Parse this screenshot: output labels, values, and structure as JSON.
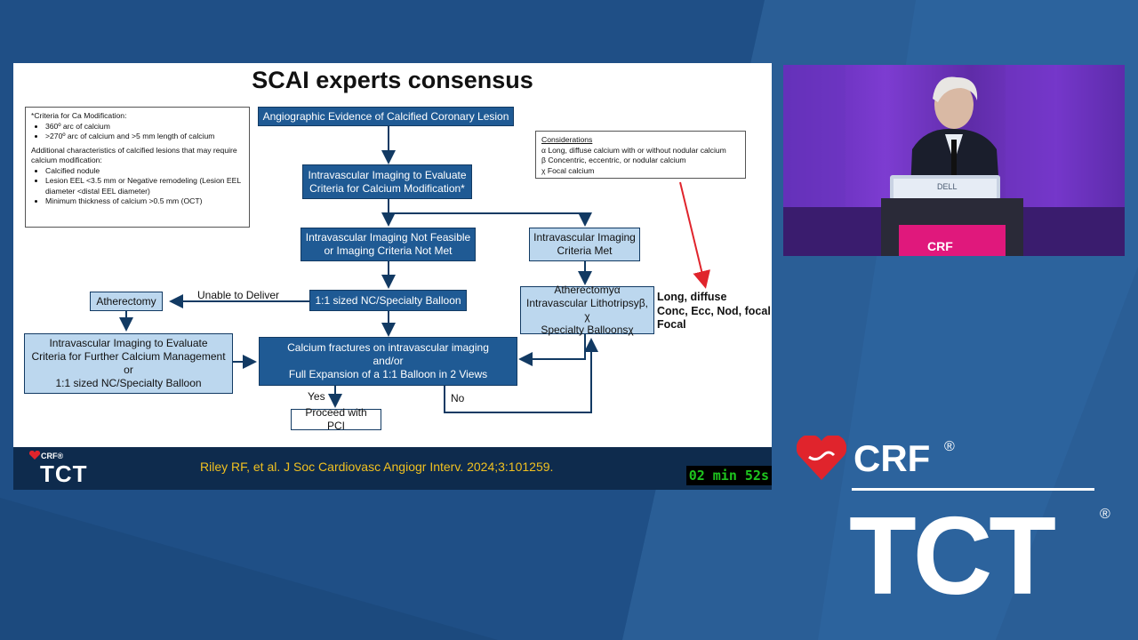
{
  "slide": {
    "title": "SCAI experts consensus",
    "criteria_box": {
      "heading": "*Criteria for Ca Modification:",
      "items": [
        "360º arc of calcium",
        ">270º arc of calcium and >5 mm length of calcium"
      ],
      "additional_heading": "Additional characteristics of calcified lesions that may require calcium modification:",
      "additional_items": [
        "Calcified nodule",
        "Lesion EEL <3.5 mm or Negative remodeling (Lesion EEL diameter <distal EEL diameter)",
        "Minimum thickness of calcium >0.5 mm (OCT)"
      ]
    },
    "considerations_box": {
      "heading": "Considerations",
      "items": [
        "α Long, diffuse calcium with or without nodular calcium",
        "β Concentric, eccentric, or nodular calcium",
        "χ Focal calcium"
      ]
    },
    "nodes": {
      "angiographic": "Angiographic Evidence of Calcified Coronary Lesion",
      "ivi_evaluate": "Intravascular Imaging to Evaluate Criteria for Calcium Modification*",
      "not_feasible": "Intravascular Imaging Not Feasible or Imaging Criteria Not Met",
      "criteria_met": "Intravascular Imaging Criteria Met",
      "balloon": "1:1 sized NC/Specialty Balloon",
      "atherectomy": "Atherectomy",
      "options_1": "Atherectomyα",
      "options_2": "Intravascular Lithotripsyβ, χ",
      "options_3": "Specialty Balloonsχ",
      "further_1": "Intravascular Imaging to Evaluate",
      "further_2": "Criteria for Further Calcium Management",
      "further_3": "or",
      "further_4": "1:1 sized NC/Specialty Balloon",
      "fractures_1": "Calcium fractures on intravascular imaging",
      "fractures_2": "and/or",
      "fractures_3": "Full Expansion of a 1:1 Balloon in 2 Views",
      "proceed": "Proceed with PCI"
    },
    "labels": {
      "unable": "Unable to Deliver",
      "yes": "Yes",
      "no": "No"
    },
    "side_notes": [
      "Long, diffuse",
      "Conc, Ecc, Nod, focal",
      "Focal"
    ],
    "citation": "Riley RF, et al. J Soc Cardiovasc Angiogr Interv. 2024;3:101259.",
    "timer": "02 min 52s",
    "footer_logo_crf": "CRF®",
    "footer_logo_tct": "TCT"
  },
  "video": {
    "podium_logo": "CRF",
    "laptop_logo": "DELL"
  },
  "branding": {
    "crf": "CRF",
    "crf_reg": "®",
    "tct": "TCT",
    "tct_reg": "®"
  },
  "colors": {
    "background": "#1f4f86",
    "node_dark": "#1f5a94",
    "node_light": "#bcd7ee",
    "arrow": "#123a63",
    "red_arrow": "#e0242c",
    "citation": "#f0c020",
    "timer": "#1ec41e",
    "heart": "#e0242c"
  }
}
